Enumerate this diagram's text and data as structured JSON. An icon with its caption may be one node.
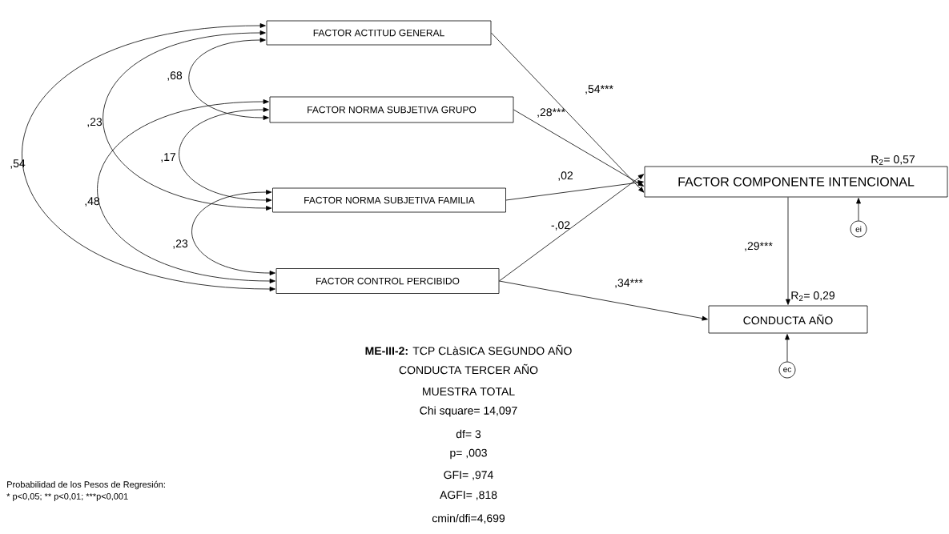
{
  "diagram": {
    "nodes": [
      {
        "text": [
          "FACTOR ACTITUD GENERAL"
        ]
      },
      {
        "text": [
          "FACTOR NORMA SUBJETIVA GRUPO"
        ]
      },
      {
        "text": [
          "FACTOR NORMA SUBJETIVA FAMILIA"
        ]
      },
      {
        "text": [
          "FACTOR CONTROL PERCIBIDO"
        ]
      },
      {
        "text": [
          "FACTOR COMPONENTE INTENCIONAL"
        ],
        "beside": [
          "R$_{2}$= 0,57"
        ]
      },
      {
        "text": [
          "CONDUCTA AÑO"
        ],
        "beside": [
          "R$_{2}$= 0,29"
        ]
      },
      {
        "text": [
          "ei"
        ]
      },
      {
        "text": [
          "ec"
        ]
      }
    ],
    "edges": [
      {
        "from": 0,
        "to": 1,
        "arrow": "both",
        "label": ",68"
      },
      {
        "from": 0,
        "to": 2,
        "arrow": "both",
        "label": ",23"
      },
      {
        "from": 0,
        "to": 3,
        "arrow": "both",
        "label": ",54"
      },
      {
        "from": 1,
        "to": 2,
        "arrow": "both",
        "label": ",17"
      },
      {
        "from": 1,
        "to": 3,
        "arrow": "both",
        "label": ",48"
      },
      {
        "from": 2,
        "to": 3,
        "arrow": "both",
        "label": ",23"
      },
      {
        "from": 0,
        "to": 4,
        "arrow": "to",
        "label": ",54***"
      },
      {
        "from": 1,
        "to": 4,
        "arrow": "to",
        "label": ",28***"
      },
      {
        "from": 2,
        "to": 4,
        "arrow": "to",
        "label": ",02"
      },
      {
        "from": 3,
        "to": 4,
        "arrow": "to",
        "label": "-,02"
      },
      {
        "from": 3,
        "to": 5,
        "arrow": "to",
        "label": ",34***"
      },
      {
        "from": 4,
        "to": 5,
        "arrow": "to",
        "label": ",29***"
      },
      {
        "from": 6,
        "to": 4,
        "arrow": "to"
      },
      {
        "from": 7,
        "to": 5,
        "arrow": "to"
      }
    ],
    "labels": [
      "**ME-III-2:** TCP CLàSICA SEGUNDO AÑO",
      "CONDUCTA TERCER AÑO",
      "MUESTRA TOTAL",
      "Chi square= 14,097",
      "df= 3",
      "p= ,003",
      "GFI= ,974",
      "AGFI= ,818",
      "cmin/dfi=4,699",
      "Probabilidad de los Pesos de Regresión:",
      "* p<0,05;   ** p<0,01;    ***p<0,001"
    ]
  }
}
